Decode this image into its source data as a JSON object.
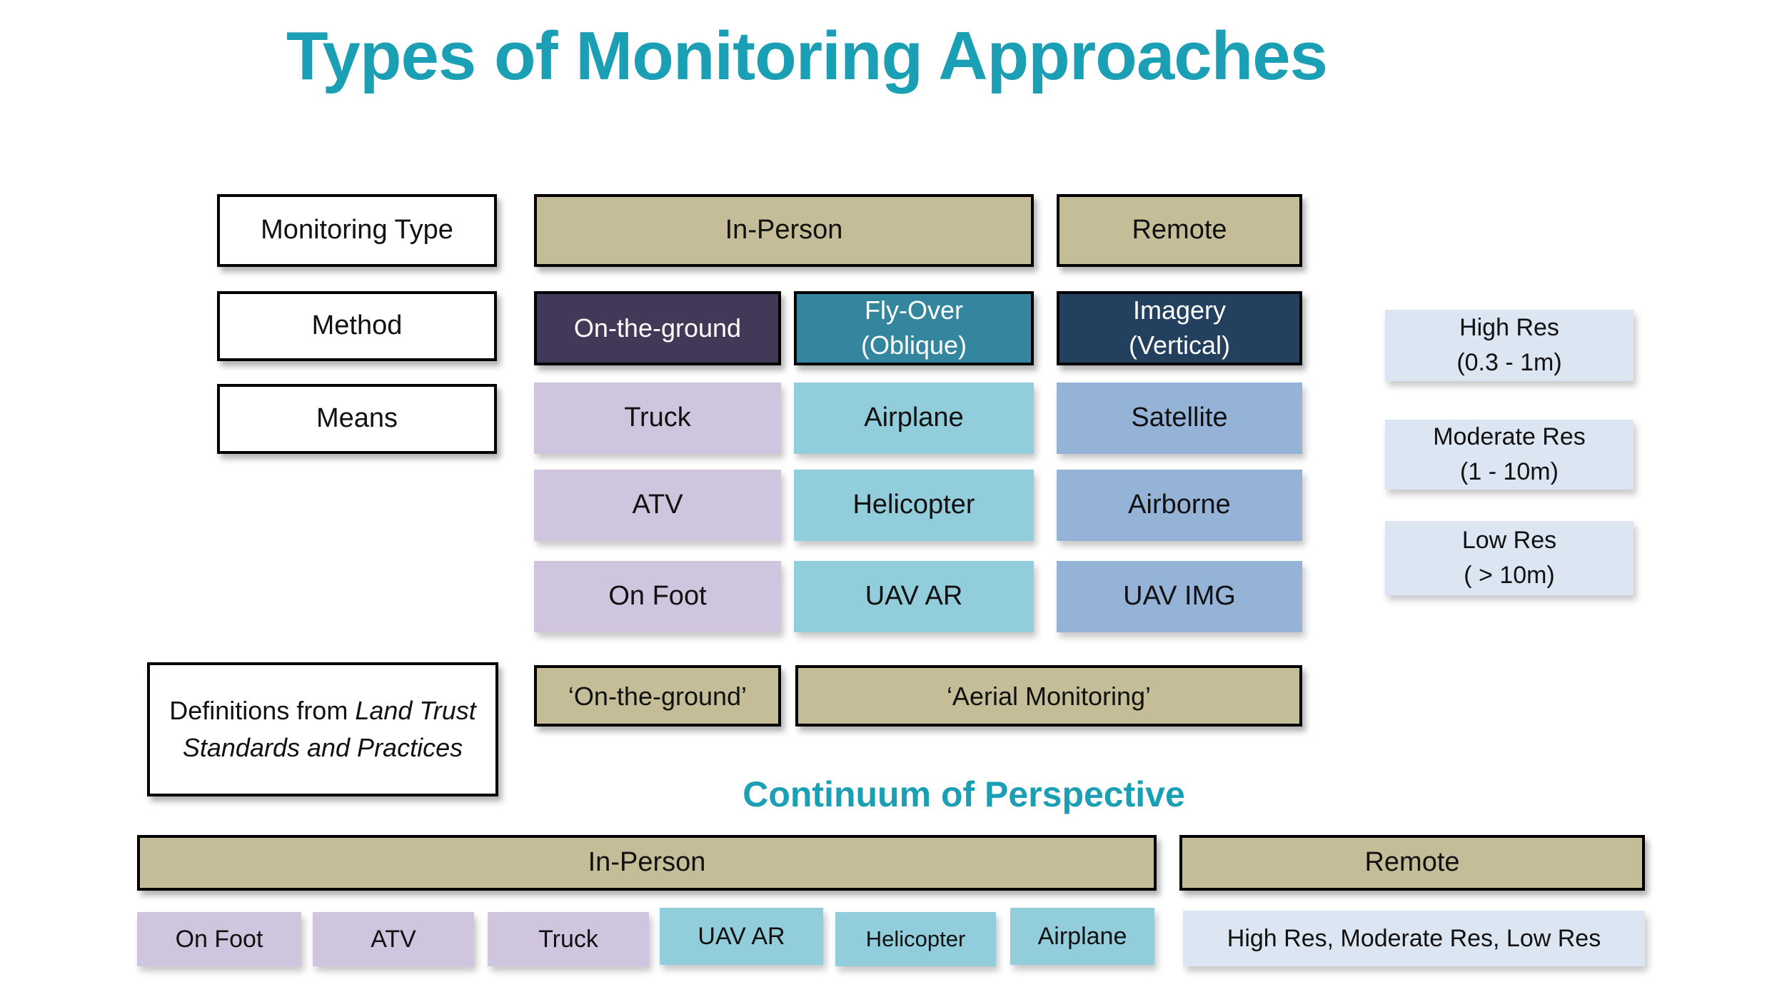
{
  "title": "Types of Monitoring Approaches",
  "colors": {
    "heading_teal": "#1A9FB4",
    "tan": "#C5BD97",
    "method_dark_purple": "#423858",
    "method_teal": "#33869E",
    "method_navy": "#24405F",
    "means_lavender": "#CFC5DE",
    "means_light_blue": "#92CDDC",
    "means_medium_blue": "#95B3D7",
    "resolution_pale_blue": "#DCE6F2"
  },
  "matrix": {
    "row_labels": [
      "Monitoring Type",
      "Method",
      "Means"
    ],
    "monitoring_types": [
      "In-Person",
      "Remote"
    ],
    "methods": [
      {
        "line1": "On-the-ground",
        "line2": ""
      },
      {
        "line1": "Fly-Over",
        "line2": "(Oblique)"
      },
      {
        "line1": "Imagery",
        "line2": "(Vertical)"
      }
    ],
    "means": {
      "ground": [
        "Truck",
        "ATV",
        "On Foot"
      ],
      "flyover": [
        "Airplane",
        "Helicopter",
        "UAV AR"
      ],
      "imagery": [
        "Satellite",
        "Airborne",
        "UAV IMG"
      ]
    },
    "resolutions": [
      {
        "line1": "High Res",
        "line2": "(0.3 - 1m)"
      },
      {
        "line1": "Moderate Res",
        "line2": "(1 - 10m)"
      },
      {
        "line1": "Low Res",
        "line2": "( > 10m)"
      }
    ]
  },
  "definitions": {
    "prefix": "Definitions from ",
    "source_italic": "Land Trust Standards and Practices",
    "quoted_on_the_ground": "‘On-the-ground’",
    "quoted_aerial": "‘Aerial Monitoring’"
  },
  "continuum": {
    "heading": "Continuum of Perspective",
    "groups": [
      "In-Person",
      "Remote"
    ],
    "in_person_items": [
      "On Foot",
      "ATV",
      "Truck",
      "UAV AR",
      "Helicopter",
      "Airplane"
    ],
    "remote_item": "High Res, Moderate Res, Low Res"
  }
}
